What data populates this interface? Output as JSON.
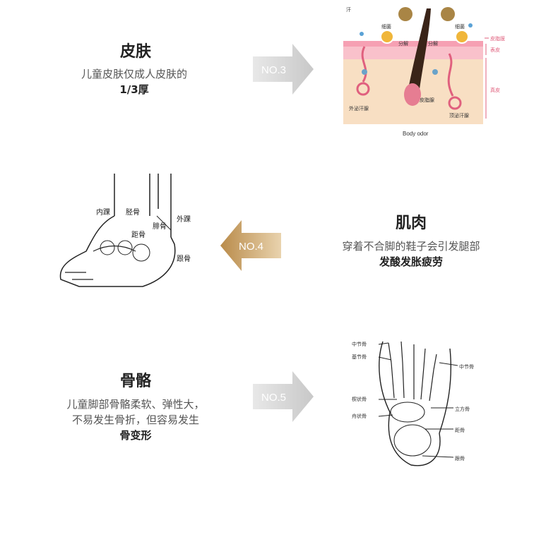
{
  "sections": [
    {
      "title": "皮肤",
      "desc_line1": "儿童皮肤仅成人皮肤的",
      "desc_bold": "1/3厚",
      "badge": "NO.3"
    },
    {
      "title": "肌肉",
      "desc_line1": "穿着不合脚的鞋子会引发腿部",
      "desc_bold": "发酸发胀疲劳",
      "badge": "NO.4"
    },
    {
      "title": "骨骼",
      "desc_line1": "儿童脚部骨骼柔软、弹性大，",
      "desc_line2": "不易发生骨折，但容易发生",
      "desc_bold": "骨变形",
      "badge": "NO.5"
    }
  ],
  "skin_diagram": {
    "sweat": "汗",
    "bacteria_left": "细菌",
    "bacteria_right": "细菌",
    "decompose_left": "分解",
    "decompose_right": "分解",
    "sebum_film": "皮脂膜",
    "epidermis": "表皮",
    "dermis": "真皮",
    "sebaceous_gland": "皮脂腺",
    "eccrine_gland": "外泌汗腺",
    "apocrine_gland": "顶泌汗腺",
    "caption": "Body odor"
  },
  "ankle_diagram": {
    "medial_malleolus": "内踝",
    "tibia": "胫骨",
    "fibula": "腓骨",
    "lateral_malleolus": "外踝",
    "talus": "距骨",
    "calcaneus": "跟骨"
  },
  "foot_diagram": {
    "middle_phalanx": "中节骨",
    "proximal_phalanx": "基节骨",
    "distal_phalanx": "中节骨",
    "metatarsal": "楔状骨",
    "navicular": "舟状骨",
    "cuboid": "立方骨",
    "talus": "距骨",
    "calcaneus": "跟骨"
  },
  "colors": {
    "arrow_gray": "#cfcfcf",
    "arrow_gold": "#c9a46a",
    "skin_pink": "#f3a9b8",
    "skin_tan": "#f7dcc0",
    "hair": "#3a2418"
  }
}
